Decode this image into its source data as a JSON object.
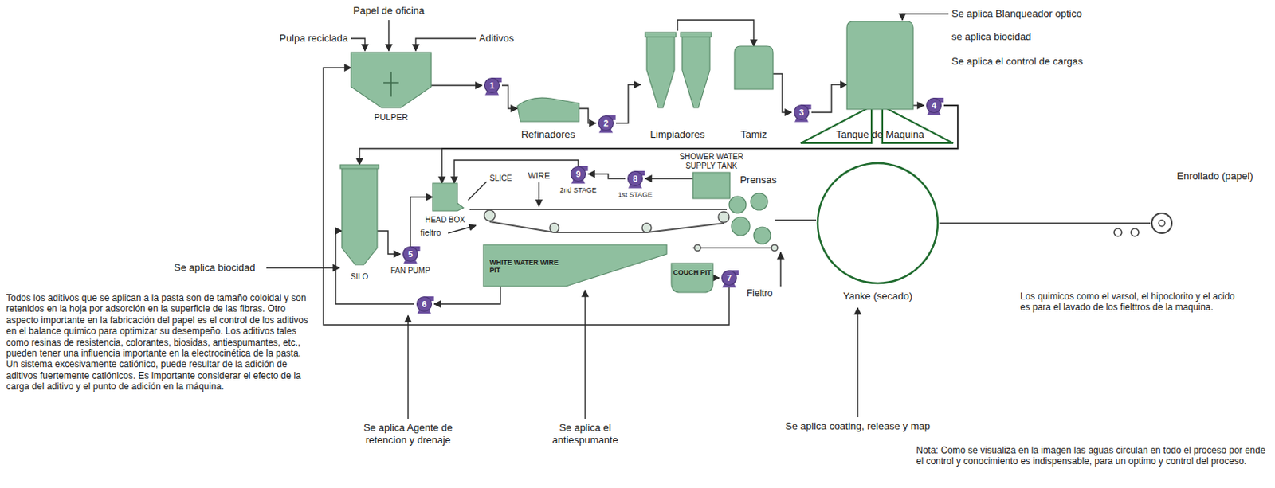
{
  "diagram": {
    "nodes": [
      {
        "text": [
          "PULPER"
        ]
      },
      {
        "text": [
          "1"
        ]
      },
      {
        "text": [
          "Refinadores"
        ]
      },
      {
        "text": [
          "2"
        ]
      },
      {
        "text": [
          "Limpiadores"
        ]
      },
      {
        "text": [
          "Tamiz"
        ]
      },
      {
        "text": [
          "3"
        ]
      },
      {
        "text": [
          "Tanque de Maquina"
        ]
      },
      {
        "text": [
          "4"
        ]
      },
      {
        "text": [
          "SILO"
        ]
      },
      {
        "text": [
          "5",
          "FAN PUMP"
        ]
      },
      {
        "text": [
          "HEAD BOX"
        ]
      },
      {
        "text": [
          "9",
          "2nd STAGE"
        ]
      },
      {
        "text": [
          "8",
          "1st STAGE"
        ]
      },
      {
        "text": [
          "SHOWER WATER SUPPLY TANK"
        ]
      },
      {
        "text": [
          "Prensas"
        ]
      },
      {
        "text": [
          "Yanke (secado)"
        ]
      },
      {
        "text": [
          "Enrollado (papel)"
        ]
      },
      {
        "text": [
          "WHITE WATER WIRE PIT"
        ]
      },
      {
        "text": [
          "6"
        ]
      },
      {
        "text": [
          "COUCH PIT"
        ]
      },
      {
        "text": [
          "7"
        ]
      }
    ],
    "edges": [
      {
        "from": 0,
        "to": 1,
        "arrow": "to"
      },
      {
        "from": 1,
        "to": 2,
        "arrow": "to"
      },
      {
        "from": 2,
        "to": 3,
        "arrow": "to"
      },
      {
        "from": 3,
        "to": 4,
        "arrow": "to"
      },
      {
        "from": 4,
        "to": 5,
        "arrow": "to"
      },
      {
        "from": 5,
        "to": 6,
        "arrow": "to"
      },
      {
        "from": 6,
        "to": 7,
        "arrow": "to"
      },
      {
        "from": 7,
        "to": 8,
        "arrow": "to"
      },
      {
        "from": 8,
        "to": 9,
        "arrow": "to"
      },
      {
        "from": 8,
        "to": 11,
        "arrow": "to"
      },
      {
        "from": 9,
        "to": 10,
        "arrow": "to"
      },
      {
        "from": 10,
        "to": 11,
        "arrow": "to"
      },
      {
        "from": 14,
        "to": 13,
        "arrow": "to"
      },
      {
        "from": 13,
        "to": 12,
        "arrow": "to"
      },
      {
        "from": 12,
        "to": 11,
        "arrow": "to"
      },
      {
        "from": 15,
        "to": 16,
        "arrow": "none"
      },
      {
        "from": 16,
        "to": 17,
        "arrow": "none"
      },
      {
        "from": 18,
        "to": 19,
        "arrow": "to"
      },
      {
        "from": 19,
        "to": 9,
        "arrow": "to"
      },
      {
        "from": 20,
        "to": 21,
        "arrow": "to"
      },
      {
        "from": 21,
        "to": 0,
        "arrow": "to"
      }
    ],
    "labels": [
      "Papel de oficina",
      "Pulpa reciclada",
      "Aditivos",
      "Se aplica Blanqueador optico",
      "se aplica biocidad",
      "Se aplica el control de cargas",
      "SLICE",
      "WIRE",
      "Se aplica biocidad",
      "fieltro",
      "Todos los aditivos que se aplican a la pasta son de tamaño coloidal y son retenidos en la hoja por adsorción en la superficie de las fibras. Otro aspecto importante en la fabricación del papel es el control de los aditivos en el balance químico para optimizar su desempeño. Los aditivos tales como resinas de resistencia, colorantes, biosidas, antiespumantes, etc., pueden tener una influencia importante en la electrocinética de la pasta. Un sistema excesivamente catiónico, puede resultar de la adición de aditivos fuertemente catiónicos. Es importante considerar el efecto de la carga del aditivo y el punto de adición en la máquina.",
      "Se aplica Agente de retencion y drenaje",
      "Se aplica el antiespumante",
      "Fieltro",
      "Se aplica coating, release y map",
      "Los quimicos como el varsol, el hipoclorito y el acido es para el lavado de los fielttros de la maquina.",
      "Nota: Como se visualiza en la imagen las aguas circulan en todo el proceso por ende el control y conocimiento es indispensable, para un optimo y control del proceso."
    ]
  }
}
